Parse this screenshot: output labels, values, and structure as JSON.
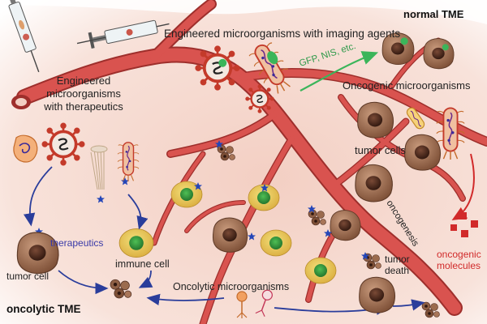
{
  "labels": {
    "imaging_agents": "Engineered microorganisms with imaging agents",
    "normal_tme": "normal TME",
    "reporters": "GFP, NIS, etc.",
    "oncogenic_microorganisms": "Oncogenic microorganisms",
    "therapeutics_title_line1": "Engineered",
    "therapeutics_title_line2": "microorganisms",
    "therapeutics_title_line3": "with therapeutics",
    "tumor_cells": "tumor cells",
    "therapeutics": "therapeutics",
    "tumor_cell": "tumor cell",
    "immune_cell": "immune cell",
    "oncogenesis": "oncogenesis",
    "oncogenic_molecules_line1": "oncogenic",
    "oncogenic_molecules_line2": "molecules",
    "oncolytic_microorganisms": "Oncolytic microorganisms",
    "tumor_death_line1": "tumor",
    "tumor_death_line2": "death",
    "oncolytic_tme": "oncolytic TME"
  },
  "colors": {
    "background_pink": "#f6dcd2",
    "vessel_red": "#d9534f",
    "vessel_dark": "#9e2f2c",
    "tumor_brown": "#9b6b4e",
    "tumor_nucleus": "#4a2a1e",
    "immune_yellow": "#e8c94a",
    "immune_nucleus": "#2f8a3a",
    "arrow_blue": "#2a3d9b",
    "arrow_green": "#3bb55a",
    "arrow_red": "#d12a2a",
    "star_blue": "#2446b8"
  }
}
